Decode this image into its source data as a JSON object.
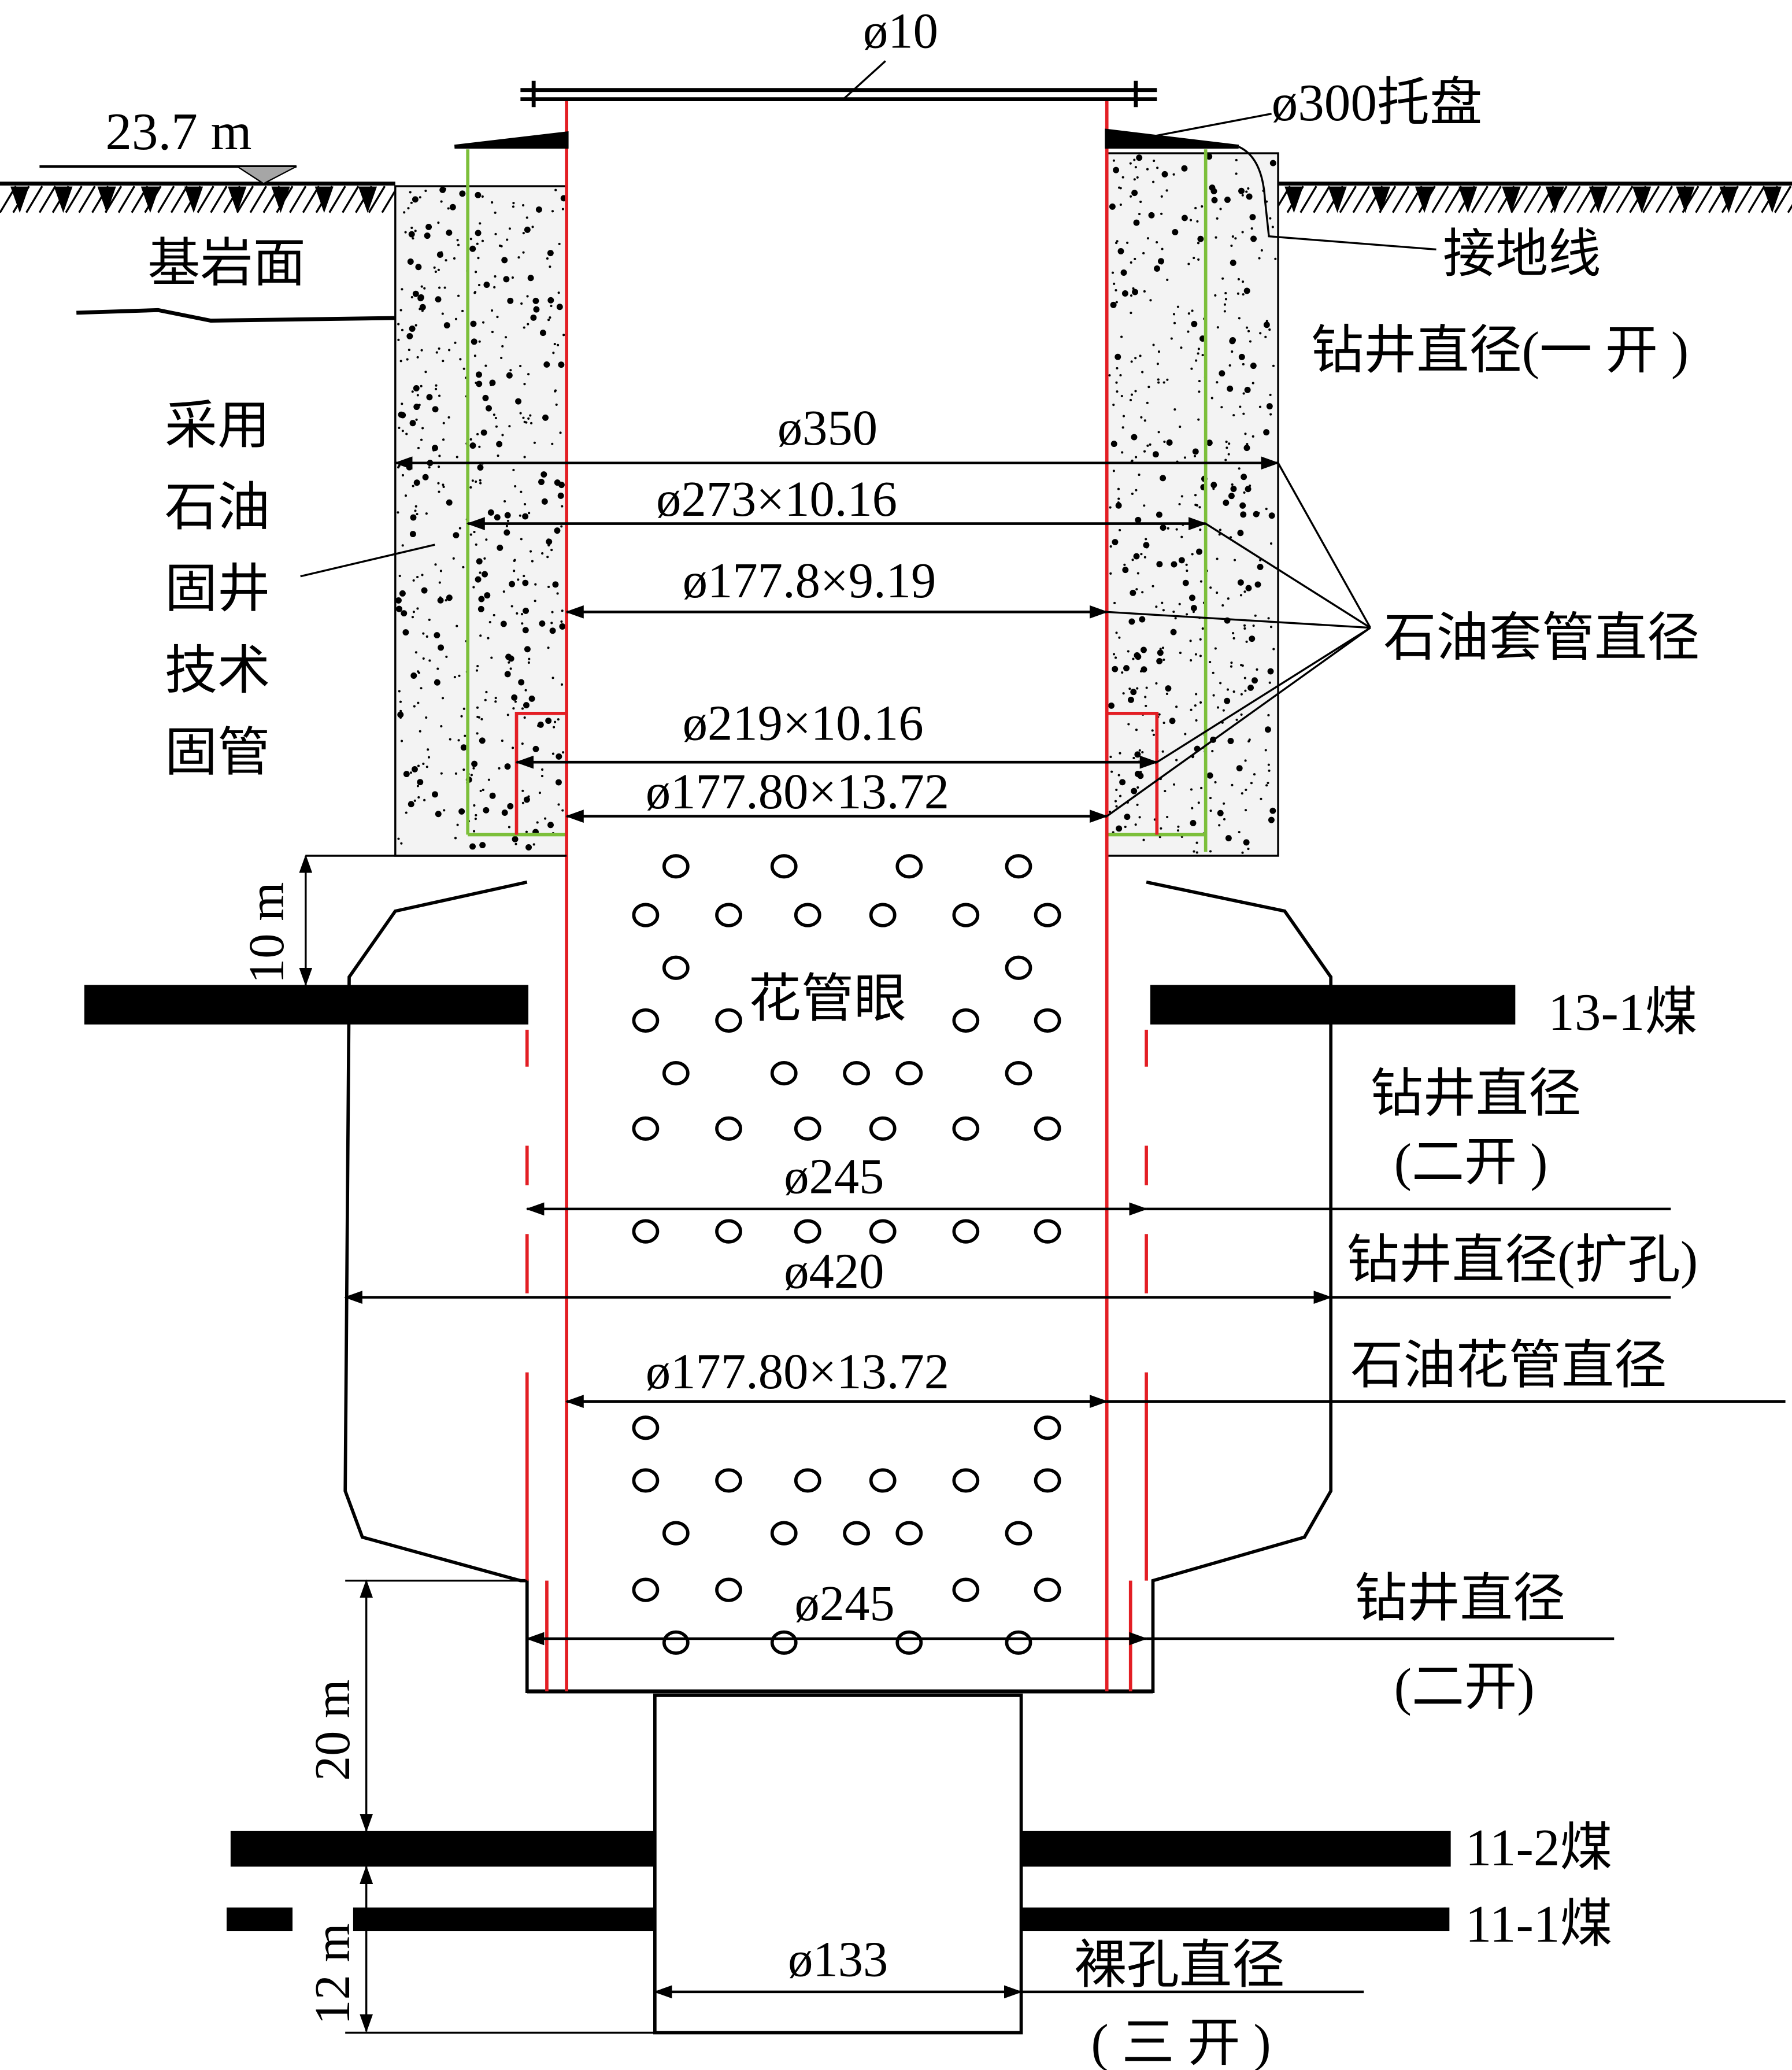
{
  "colors": {
    "casing": "#e31e24",
    "inner_casing": "#7cbf3a",
    "line": "#000000",
    "ground_marker": "#a6a6a6"
  },
  "top": {
    "rod_label": "ø10",
    "tray_label": "ø300托盘",
    "ground_wire_label": "接地线",
    "elevation_label": "23.7 m",
    "bedrock_label": "基岩面"
  },
  "left_note": {
    "lines": [
      "采用",
      "石油",
      "固井",
      "技术",
      "固管"
    ]
  },
  "right_labels": {
    "drill_dia_1": "钻井直径(一 开 )",
    "casing_dia": "石油套管直径",
    "coal_13_1": "13-1煤",
    "drill_dia_2a": "钻井直径",
    "drill_dia_2b": "(二开 )",
    "drill_dia_ream": "钻井直径(扩孔)",
    "screen_dia": "石油花管直径",
    "drill_dia_2c": "钻井直径",
    "drill_dia_2d": "(二开)",
    "coal_11_2": "11-2煤",
    "coal_11_1": "11-1煤",
    "open_hole_a": "裸孔直径",
    "open_hole_b": "( 三 开 )"
  },
  "dimensions": {
    "d350": "ø350",
    "d273": "ø273×10.16",
    "d177_9": "ø177.8×9.19",
    "d219": "ø219×10.16",
    "d177_13a": "ø177.80×13.72",
    "d245a": "ø245",
    "d420": "ø420",
    "d177_13b": "ø177.80×13.72",
    "d245b": "ø245",
    "d133": "ø133"
  },
  "center_label": "花管眼",
  "vertical_dims": {
    "d10": "10 m",
    "d20": "20 m",
    "d12": "12 m"
  }
}
